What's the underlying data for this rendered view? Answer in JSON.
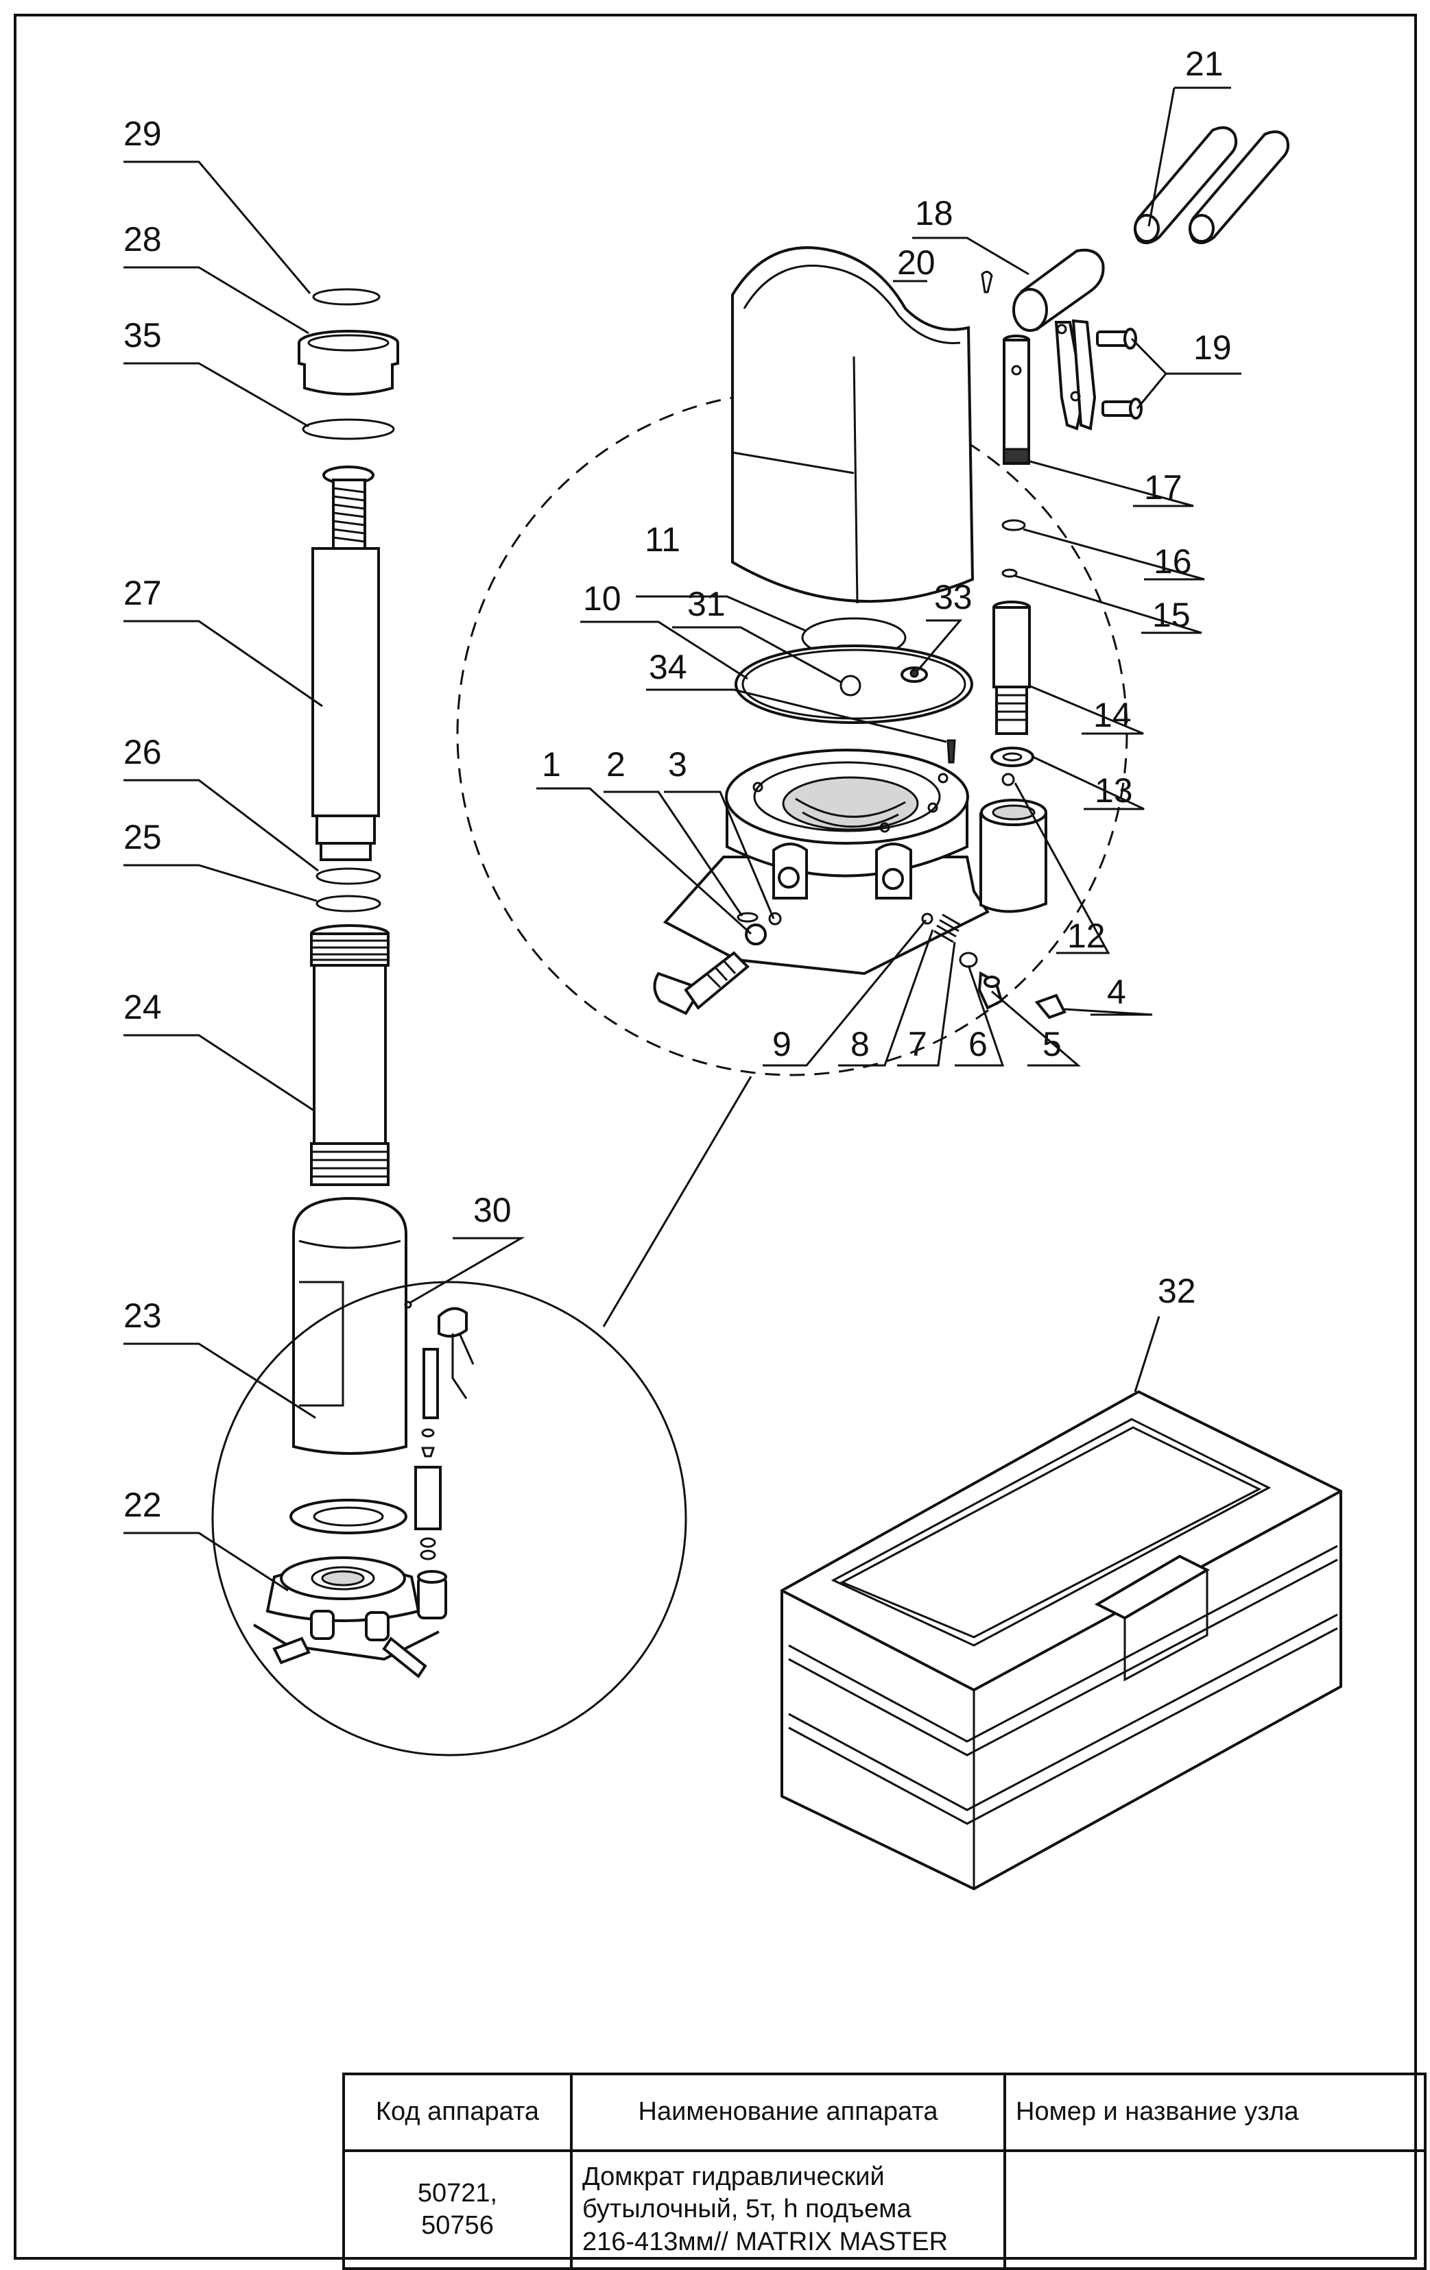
{
  "callouts": [
    "1",
    "2",
    "3",
    "4",
    "5",
    "6",
    "7",
    "8",
    "9",
    "10",
    "11",
    "12",
    "13",
    "14",
    "15",
    "16",
    "17",
    "18",
    "19",
    "20",
    "21",
    "22",
    "23",
    "24",
    "25",
    "26",
    "27",
    "28",
    "29",
    "30",
    "31",
    "32",
    "33",
    "34",
    "35"
  ],
  "table": {
    "headers": {
      "code": "Код аппарата",
      "name": "Наименование аппарата",
      "unit": "Номер и название узла"
    },
    "row": {
      "code_line1": "50721,",
      "code_line2": "50756",
      "name_line1": "Домкрат гидравлический",
      "name_line2": "бутылочный, 5т, h подъема",
      "name_line3": "216-413мм// MATRIX MASTER",
      "unit": ""
    }
  }
}
